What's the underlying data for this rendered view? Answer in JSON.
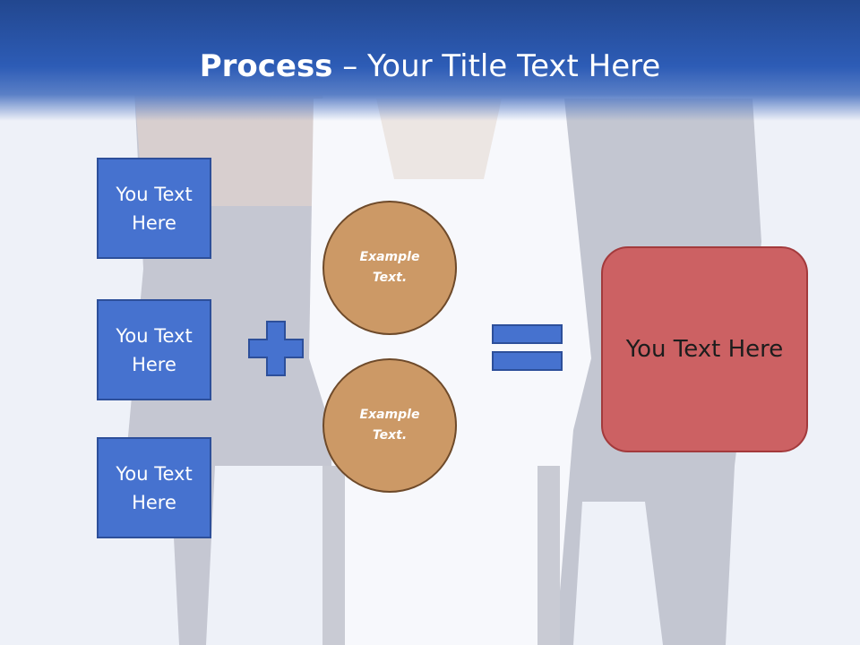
{
  "slide": {
    "title_bold": "Process",
    "title_rest": " – Your Title Text Here"
  },
  "inputs": [
    {
      "label": "You Text Here"
    },
    {
      "label": "You Text Here"
    },
    {
      "label": "You Text Here"
    }
  ],
  "circles": [
    {
      "label": "Example Text."
    },
    {
      "label": "Example Text."
    }
  ],
  "result": {
    "label": "You Text Here"
  },
  "colors": {
    "header": "#2d5cb6",
    "blue_box": "#4672cf",
    "circle": "#cc9966",
    "result_box": "#cc6163"
  },
  "icons": {
    "operator_1": "plus-icon",
    "operator_2": "equals-icon"
  }
}
